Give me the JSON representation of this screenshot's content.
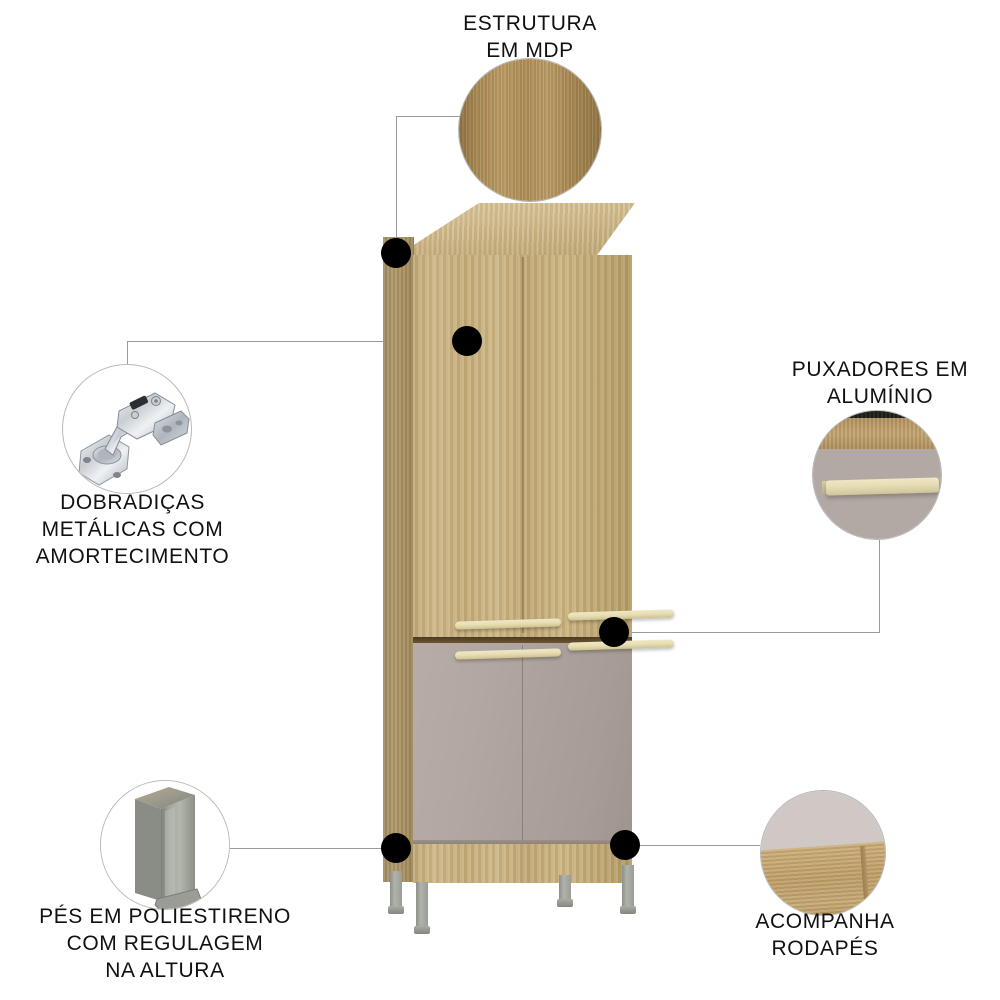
{
  "product": {
    "name": "tall-kitchen-pantry-cabinet",
    "description": "Armário torre de cozinha com 4 portas",
    "colors": {
      "wood": "#c3ab78",
      "wood_side": "#a28b5d",
      "door_lower": "#ada39d",
      "handle": "#e8e0bc",
      "foot": "#9a9d95",
      "dot": "#000000",
      "leader_line": "#9a9a9a",
      "text": "#111111",
      "background": "#ffffff"
    }
  },
  "callouts": [
    {
      "id": "estrutura",
      "label": "ESTRUTURA\nEM MDP",
      "icon": "wood-board-swatch",
      "position": "top-center"
    },
    {
      "id": "dobradicas",
      "label": "DOBRADIÇAS\nMETÁLICAS COM\nAMORTECIMENTO",
      "icon": "soft-close-hinge",
      "position": "left-upper"
    },
    {
      "id": "puxadores",
      "label": "PUXADORES EM\nALUMÍNIO",
      "icon": "aluminium-handle-swatch",
      "position": "right-upper"
    },
    {
      "id": "pes",
      "label": "PÉS EM POLIESTIRENO\nCOM REGULAGEM\nNA ALTURA",
      "icon": "polystyrene-foot",
      "position": "left-lower"
    },
    {
      "id": "rodapes",
      "label": "ACOMPANHA\nRODAPÉS",
      "icon": "baseboard-swatch",
      "position": "right-lower"
    }
  ]
}
